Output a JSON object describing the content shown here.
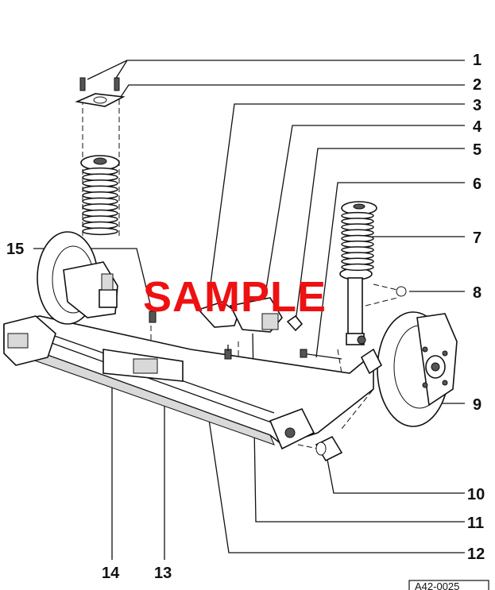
{
  "watermark": "SAMPLE",
  "reference_code": "A42-0025",
  "callouts": [
    "1",
    "2",
    "3",
    "4",
    "5",
    "6",
    "7",
    "8",
    "9",
    "10",
    "11",
    "12",
    "13",
    "14",
    "15"
  ]
}
